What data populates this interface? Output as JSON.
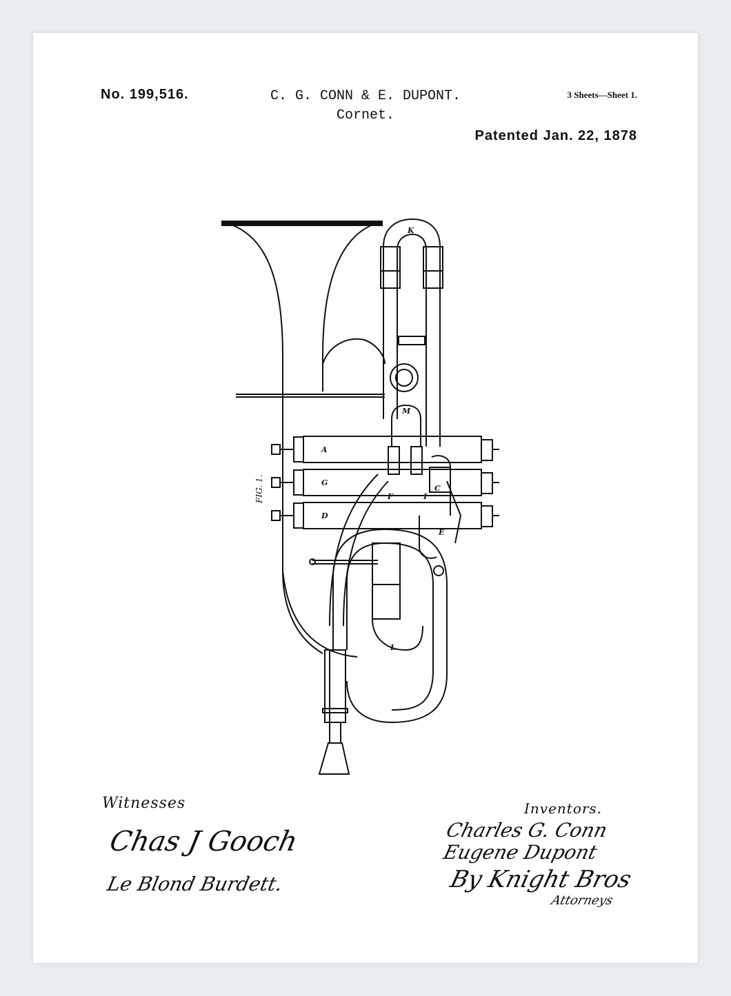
{
  "header": {
    "patent_number": "No. 199,516.",
    "inventors": "C. G. CONN & E. DUPONT.",
    "subject": "Cornet.",
    "sheets": "3 Sheets—Sheet 1.",
    "patent_date": "Patented Jan. 22, 1878"
  },
  "figure": {
    "label": "FIG. 1.",
    "letters": [
      "K",
      "M",
      "A",
      "G",
      "D",
      "F",
      "I",
      "C",
      "E",
      "L"
    ]
  },
  "witnesses": {
    "label": "Witnesses",
    "signatures": [
      "Chas J Gooch",
      "Le Blond Burdett."
    ]
  },
  "inventors_block": {
    "label": "Inventors.",
    "signatures": [
      "Charles G. Conn",
      "Eugene Dupont",
      "By Knight Bros",
      "Attorneys"
    ]
  },
  "colors": {
    "ink": "#111111",
    "paper": "#ffffff",
    "background": "#e9edf0"
  }
}
